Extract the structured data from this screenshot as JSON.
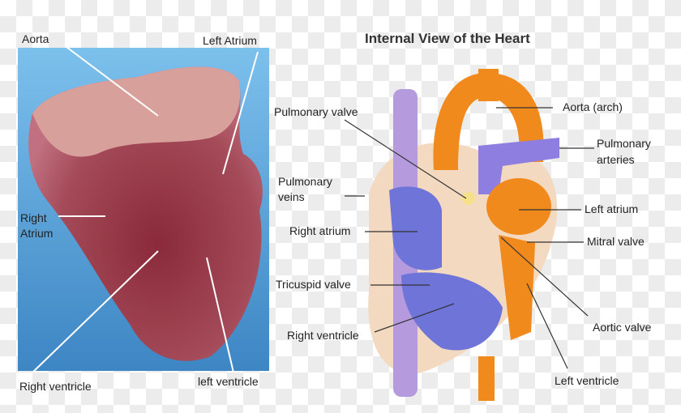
{
  "photo_labels": {
    "aorta": "Aorta",
    "left_atrium": "Left Atrium",
    "right_atrium_1": "Right",
    "right_atrium_2": "Atrium",
    "right_ventricle": "Right ventricle",
    "left_ventricle": "left ventricle"
  },
  "diagram": {
    "title": "Internal View of the Heart",
    "labels": {
      "pulmonary_valve": "Pulmonary valve",
      "aorta_arch": "Aorta (arch)",
      "pulmonary_arteries_1": "Pulmonary",
      "pulmonary_arteries_2": "arteries",
      "pulmonary_veins_1": "Pulmonary",
      "pulmonary_veins_2": "veins",
      "left_atrium": "Left atrium",
      "right_atrium": "Right atrium",
      "mitral_valve": "Mitral valve",
      "tricuspid_valve": "Tricuspid valve",
      "aortic_valve": "Aortic valve",
      "right_ventricle": "Right ventricle",
      "left_ventricle": "Left ventricle"
    }
  },
  "colors": {
    "photo_bg": "#5aa6dc",
    "oxygen_rich": "#f08a1c",
    "oxygen_poor": "#6f74d8",
    "tissue": "#f3d9bf"
  }
}
